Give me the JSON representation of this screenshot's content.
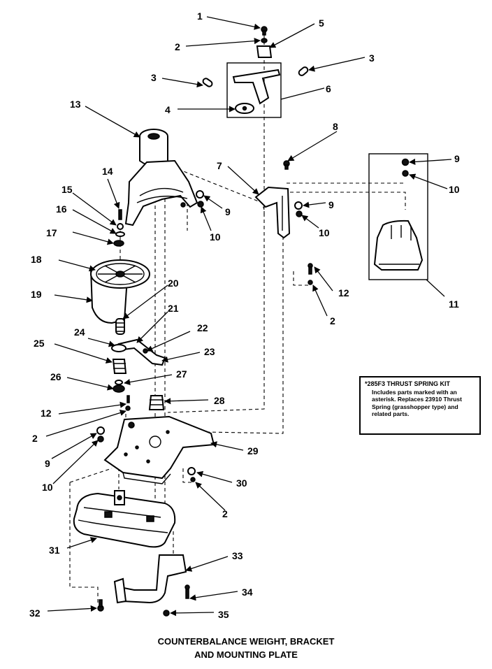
{
  "diagram": {
    "callouts": [
      "1",
      "2",
      "3",
      "4",
      "5",
      "6",
      "7",
      "8",
      "9",
      "10",
      "11",
      "12",
      "13",
      "14",
      "15",
      "16",
      "17",
      "18",
      "19",
      "20",
      "21",
      "22",
      "23",
      "24",
      "25",
      "26",
      "27",
      "28",
      "29",
      "30",
      "31",
      "32",
      "33",
      "34",
      "35"
    ],
    "kit_note": {
      "title": "*285F3 THRUST SPRING KIT",
      "body": "Includes parts marked with an asterisk. Replaces 23910 Thrust Spring (grasshopper type) and related parts."
    },
    "title_line_1": "COUNTERBALANCE WEIGHT, BRACKET",
    "title_line_2": "AND MOUNTING PLATE"
  }
}
